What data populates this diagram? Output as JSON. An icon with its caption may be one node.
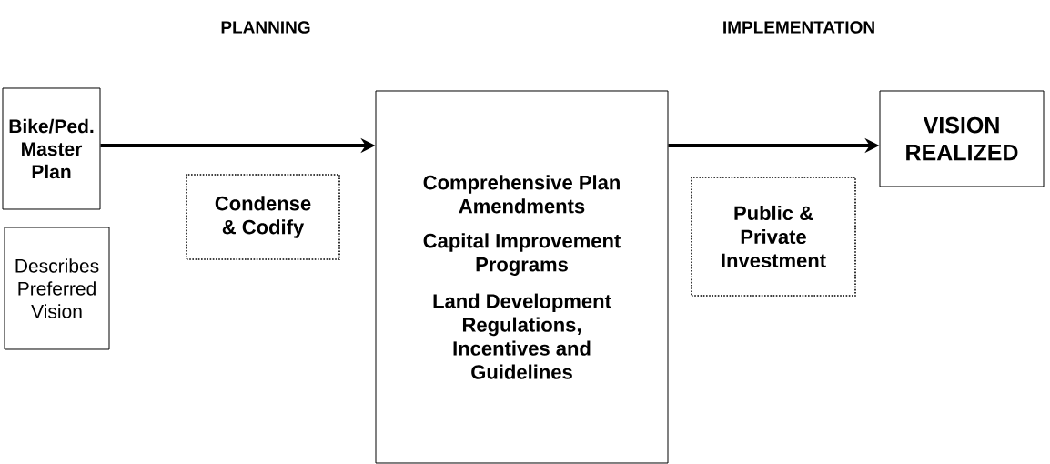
{
  "diagram": {
    "nodes": [
      {
        "text": [
          "Bike/Ped. Master Plan"
        ]
      },
      {
        "text": [
          "Describes Preferred Vision"
        ]
      },
      {
        "text": [
          "Condense & Codify"
        ]
      },
      {
        "text": [
          "Comprehensive Plan Amendments",
          "Capital Improvement Programs",
          "Land Development Regulations, Incentives and Guidelines"
        ]
      },
      {
        "text": [
          "Public & Private Investment"
        ]
      },
      {
        "text": [
          "VISION REALIZED"
        ]
      }
    ],
    "edges": [
      {
        "from": 0,
        "to": 3,
        "arrow": "to"
      },
      {
        "from": 3,
        "to": 5,
        "arrow": "to"
      }
    ],
    "labels": [
      "PLANNING",
      "IMPLEMENTATION"
    ]
  }
}
